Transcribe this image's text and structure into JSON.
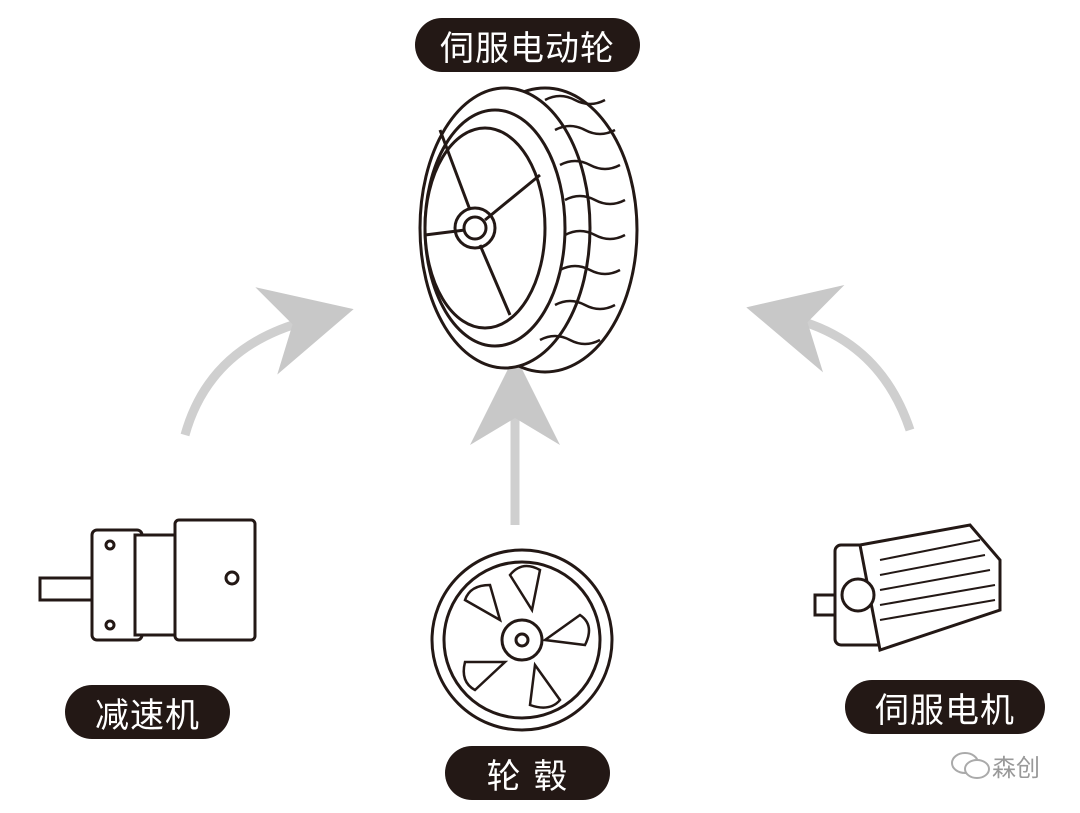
{
  "labels": {
    "top": "伺服电动轮",
    "left": "减速机",
    "center": "轮 毂",
    "right": "伺服电机"
  },
  "watermark": "森创",
  "colors": {
    "pill": "#231815",
    "arrow": "#c8c8c8",
    "line": "#231815"
  }
}
